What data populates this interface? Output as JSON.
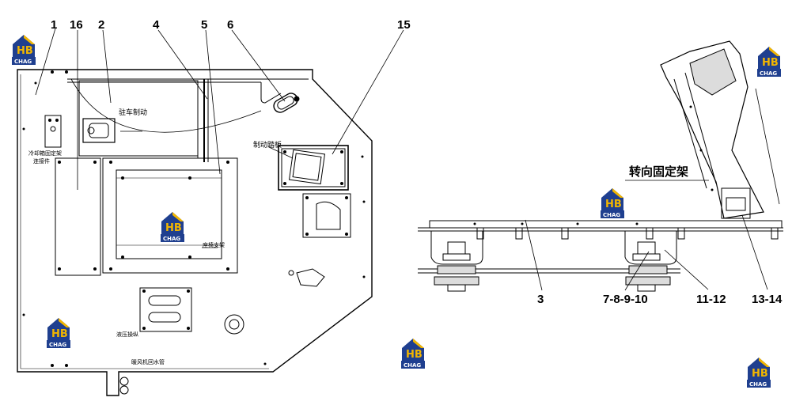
{
  "part_numbers": {
    "n1": "1",
    "n16": "16",
    "n2": "2",
    "n4": "4",
    "n5": "5",
    "n6": "6",
    "n15": "15",
    "n3": "3",
    "n7_10": "7-8-9-10",
    "n11_12": "11-12",
    "n13_14": "13-14"
  },
  "callouts": {
    "parking_brake": "驻车制动",
    "brake_pedal": "制动踏板",
    "cooler_bracket": "冷却箱固定架",
    "cooler_bracket_2": "连接件",
    "seat_bracket": "座椅支架",
    "hydraulic_lever": "液压操纵",
    "service_pipe": "暖风机回水管",
    "steering_bracket": "转向固定架"
  },
  "watermark": {
    "logo_text": "HB",
    "brand": "CHAG",
    "primary": "#1f3f8f",
    "accent": "#f2b600"
  },
  "colors": {
    "line": "#000000",
    "paper": "#ffffff",
    "fill_gray": "#dcdcdc"
  }
}
